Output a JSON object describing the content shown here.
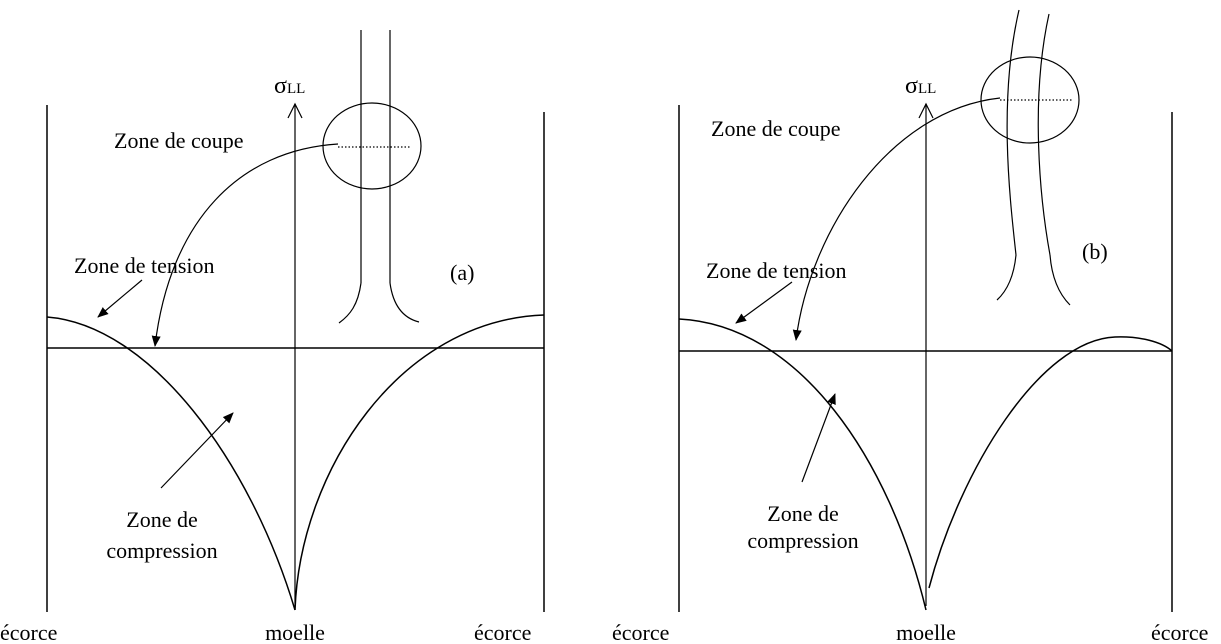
{
  "panels": [
    {
      "tag": "(a)",
      "axis_label": "σ",
      "axis_sub": "LL",
      "zone_coupe": "Zone de coupe",
      "zone_tension": "Zone de tension",
      "zone_compression_1": "Zone de",
      "zone_compression_2": "compression",
      "left_edge": "écorce",
      "center": "moelle",
      "right_edge": "écorce"
    },
    {
      "tag": "(b)",
      "axis_label": "σ",
      "axis_sub": "LL",
      "zone_coupe": "Zone de coupe",
      "zone_tension": "Zone de tension",
      "zone_compression_1": "Zone de",
      "zone_compression_2": "compression",
      "left_edge": "écorce",
      "center": "moelle",
      "right_edge": "écorce"
    }
  ]
}
